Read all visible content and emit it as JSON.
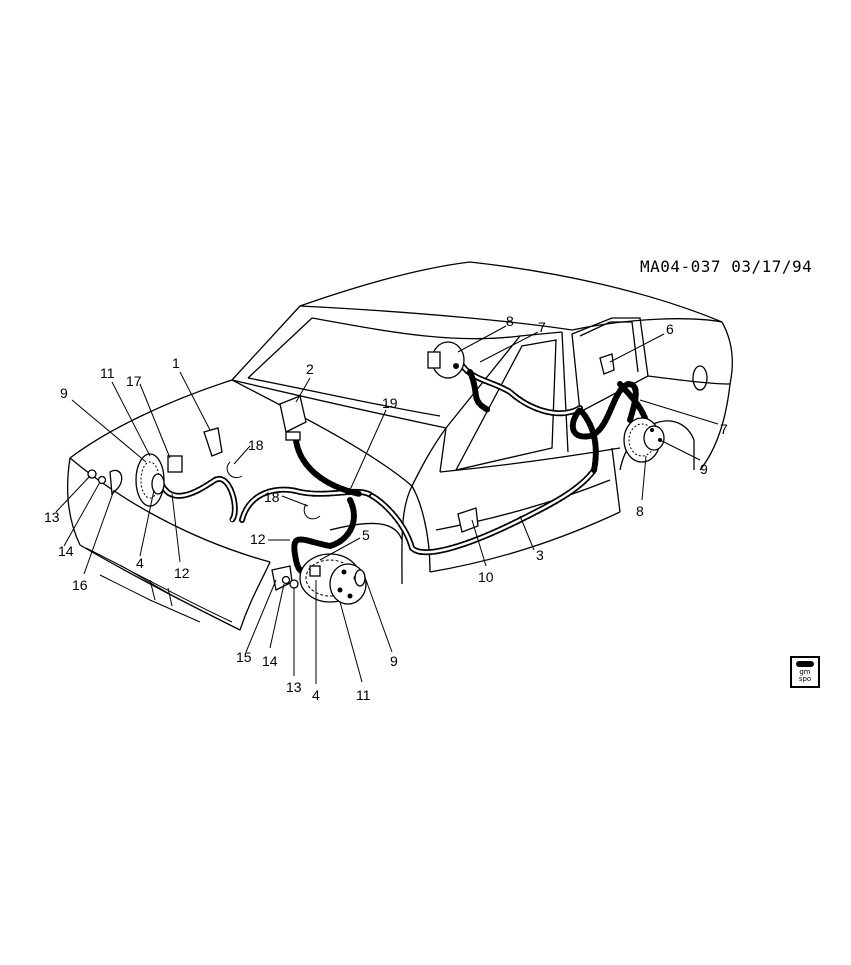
{
  "diagram": {
    "reference": "MA04-037 03/17/94",
    "callouts": [
      {
        "id": "c1",
        "text": "1"
      },
      {
        "id": "c2",
        "text": "2"
      },
      {
        "id": "c3",
        "text": "3"
      },
      {
        "id": "c4a",
        "text": "4"
      },
      {
        "id": "c4b",
        "text": "4"
      },
      {
        "id": "c5",
        "text": "5"
      },
      {
        "id": "c6",
        "text": "6"
      },
      {
        "id": "c7a",
        "text": "7"
      },
      {
        "id": "c7b",
        "text": "7"
      },
      {
        "id": "c8a",
        "text": "8"
      },
      {
        "id": "c8b",
        "text": "8"
      },
      {
        "id": "c9a",
        "text": "9"
      },
      {
        "id": "c9b",
        "text": "9"
      },
      {
        "id": "c9c",
        "text": "9"
      },
      {
        "id": "c10",
        "text": "10"
      },
      {
        "id": "c11a",
        "text": "11"
      },
      {
        "id": "c11b",
        "text": "11"
      },
      {
        "id": "c12a",
        "text": "12"
      },
      {
        "id": "c12b",
        "text": "12"
      },
      {
        "id": "c13a",
        "text": "13"
      },
      {
        "id": "c13b",
        "text": "13"
      },
      {
        "id": "c14a",
        "text": "14"
      },
      {
        "id": "c14b",
        "text": "14"
      },
      {
        "id": "c15",
        "text": "15"
      },
      {
        "id": "c16",
        "text": "16"
      },
      {
        "id": "c17",
        "text": "17"
      },
      {
        "id": "c18a",
        "text": "18"
      },
      {
        "id": "c18b",
        "text": "18"
      },
      {
        "id": "c19",
        "text": "19"
      }
    ]
  },
  "logo": {
    "line1": "gm",
    "line2": "spo"
  }
}
